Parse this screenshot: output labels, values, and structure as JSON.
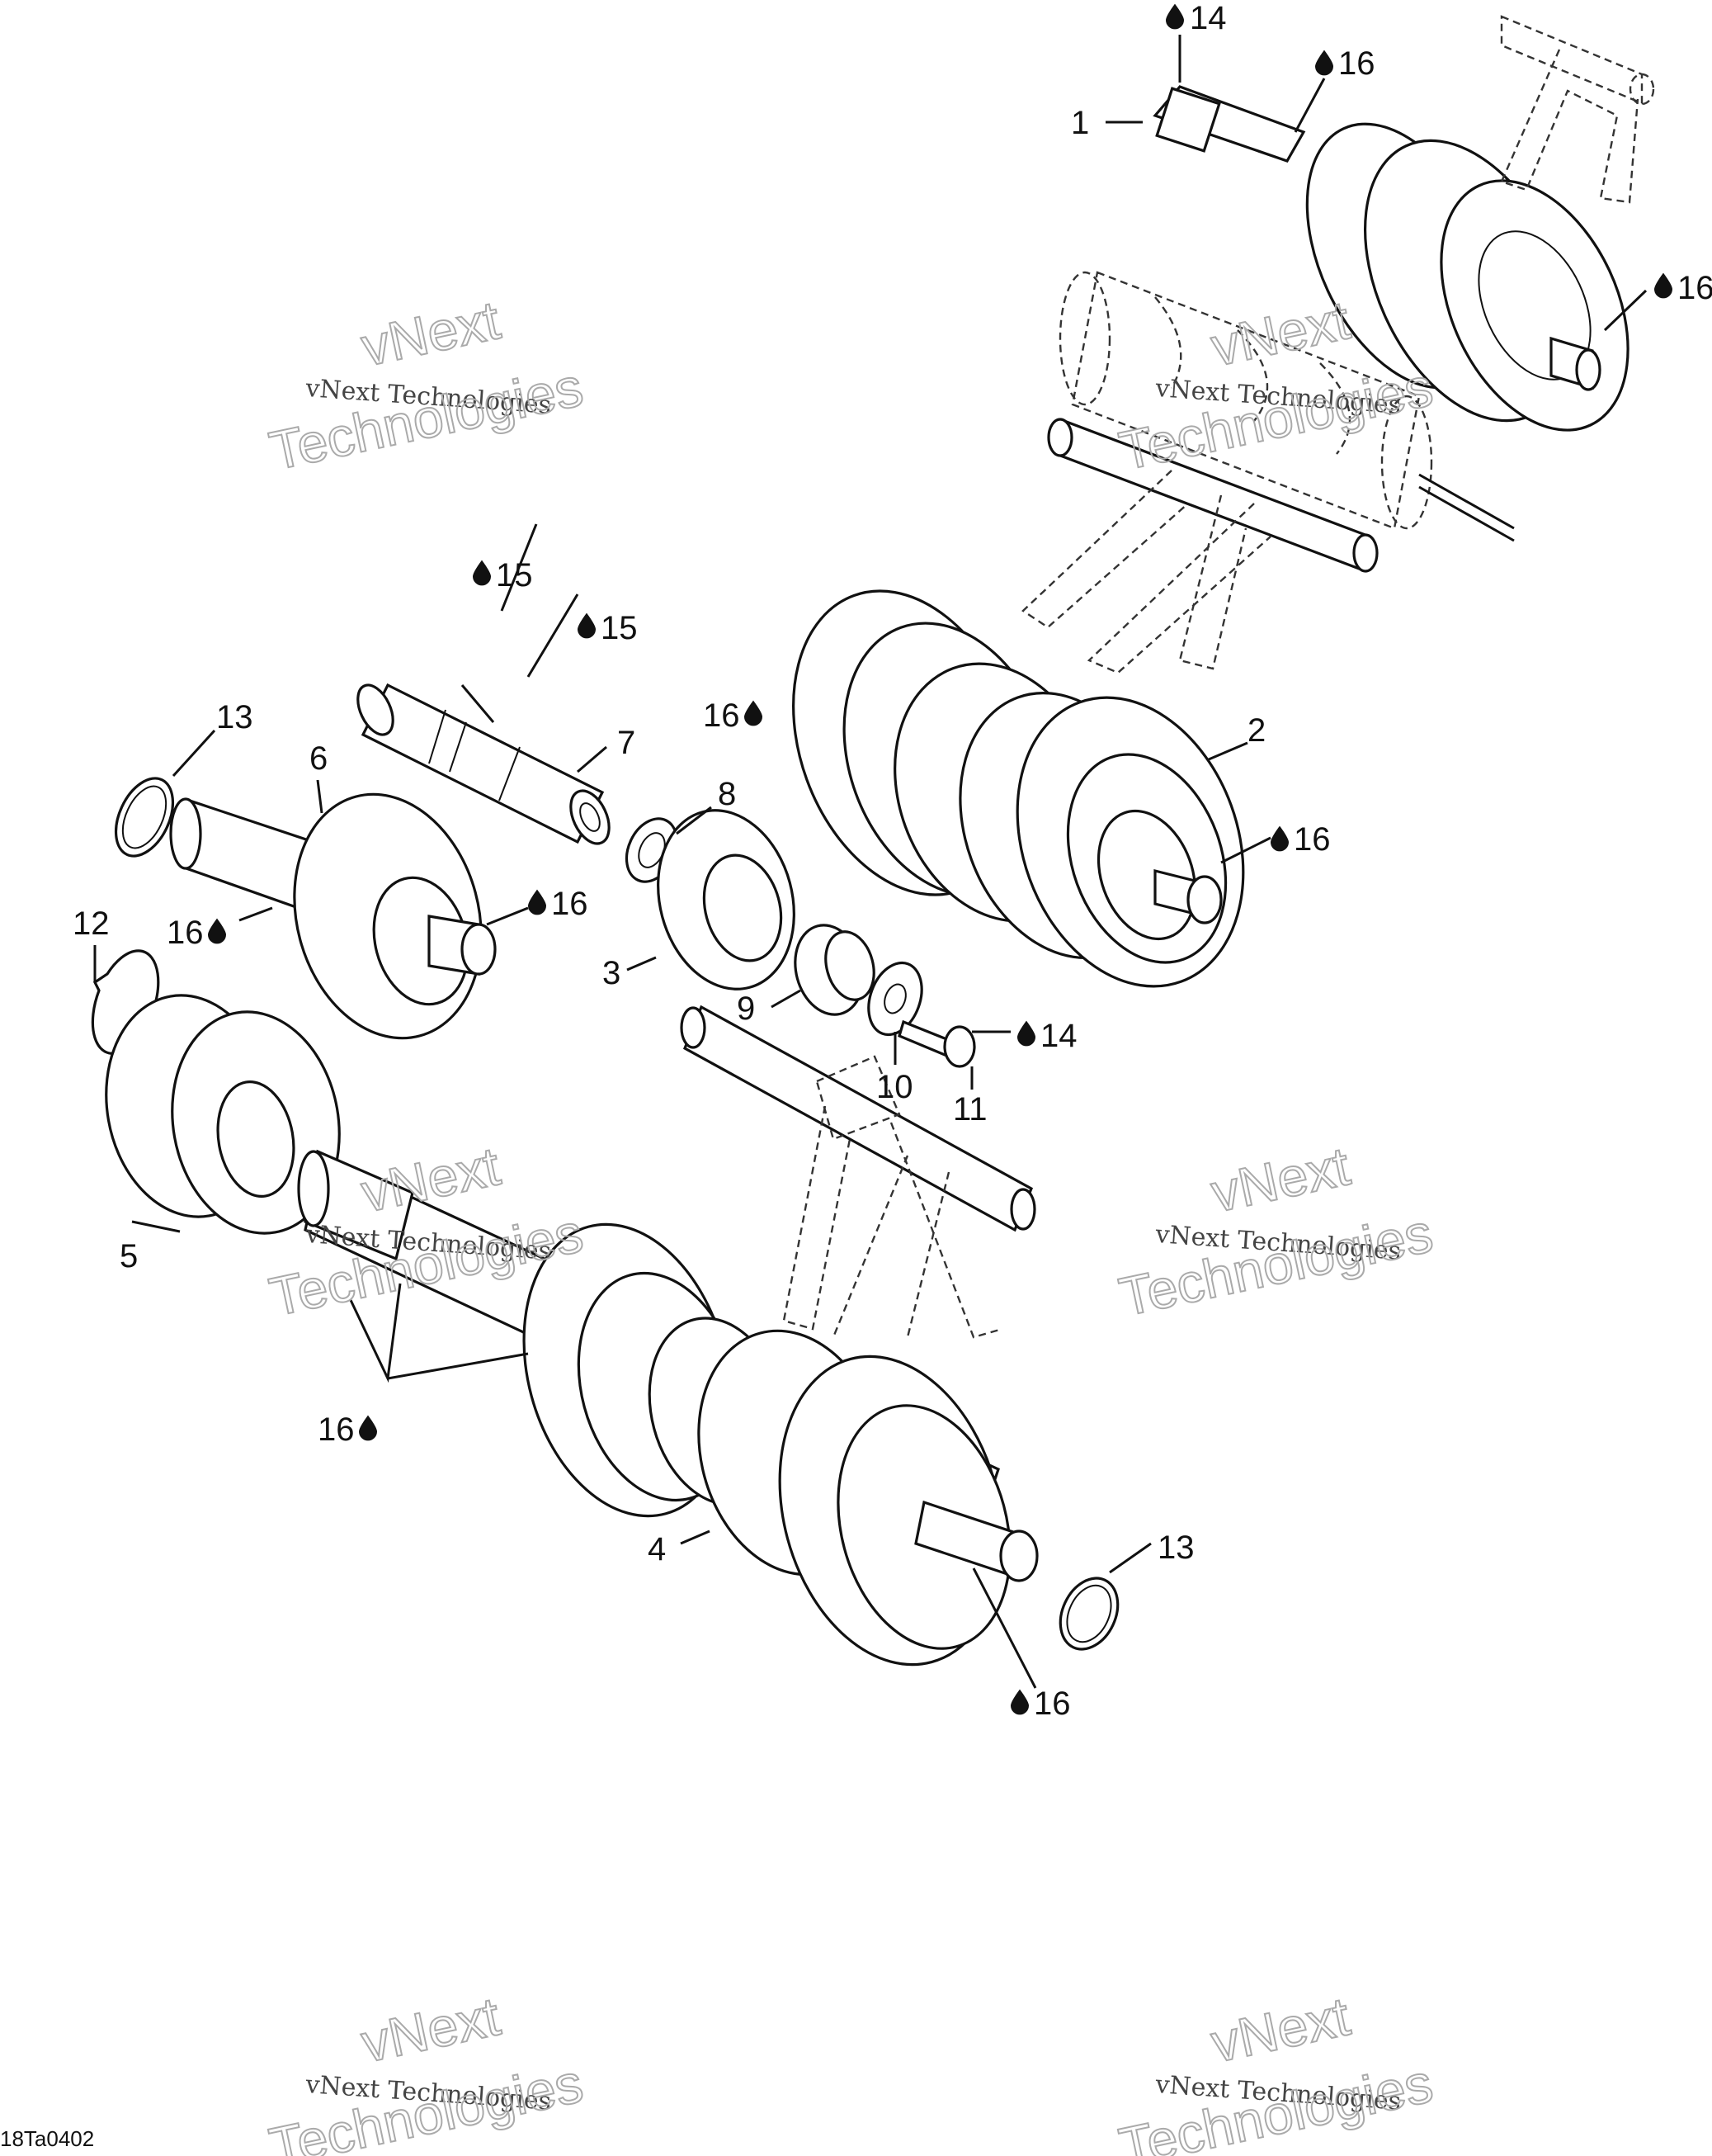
{
  "callouts": {
    "c1": "1",
    "c2": "2",
    "c3": "3",
    "c4": "4",
    "c5": "5",
    "c6": "6",
    "c7": "7",
    "c8": "8",
    "c9": "9",
    "c10": "10",
    "c11": "11",
    "c12": "12",
    "c13a": "13",
    "c13b": "13",
    "lub14_top": "14",
    "lub14_bolt": "14",
    "lub15a": "15",
    "lub15b": "15",
    "lub16_top": "16",
    "lub16_right": "16",
    "lub16_left": "16",
    "lub16_shaft6": "16",
    "lub16_gear2": "16",
    "lub16_left6": "16",
    "lub16_bottom_group": "16",
    "lub16_bottom": "16"
  },
  "watermark": {
    "line1": "vNext Technologies",
    "big1": "vNext",
    "big2": "Technologies"
  },
  "figure_ref": "18Ta0402",
  "colors": {
    "ink": "#111111",
    "watermark": "#aaaaaa"
  }
}
